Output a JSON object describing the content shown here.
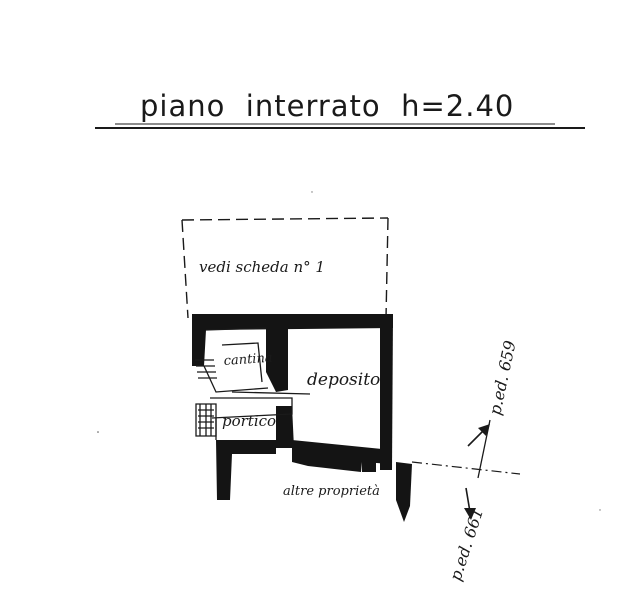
{
  "title": "piano  interrato  h=2.40",
  "labels": {
    "above": "vedi scheda n° 1",
    "cantina": "cantina",
    "deposito": "deposito",
    "portico": "portico",
    "altre_proprieta": "altre proprietà",
    "ped_659": "p.ed. 659",
    "ped_661": "p.ed. 661"
  },
  "colors": {
    "ink": "#141414",
    "paper": "#ffffff"
  },
  "icons": {
    "arrow_659": "arrow-up-right-icon",
    "arrow_661": "arrow-down-icon",
    "stairs": "stairs-icon"
  }
}
